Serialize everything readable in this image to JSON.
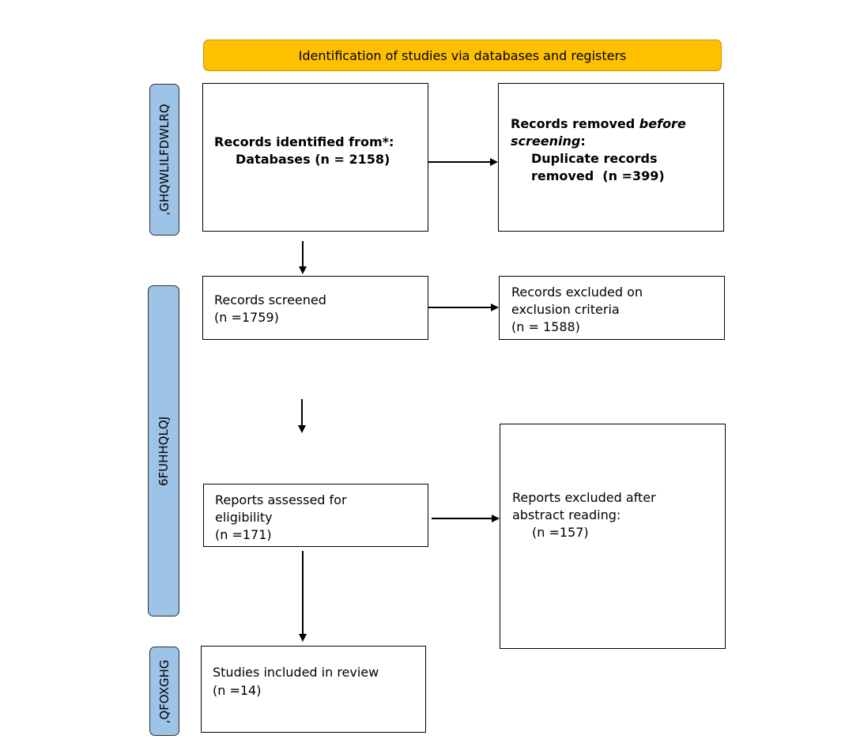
{
  "header": {
    "title": "Identification of studies via databases and registers"
  },
  "phases": {
    "identification": ",GHQWLILFDWLRQ",
    "screening": "6FUHHQLQJ",
    "included": ",QFOXGHG"
  },
  "boxes": {
    "identified": {
      "line1": "Records identified from*:",
      "line2": "Databases (n = 2158)"
    },
    "removed": {
      "line1_plain": "Records removed ",
      "line1_italic": "before",
      "line2_italic": "screening",
      "line2_rest": ":",
      "line3": "Duplicate records",
      "line4": "removed  (n =399)"
    },
    "screened": {
      "line1": "Records screened",
      "line2": "(n =1759)"
    },
    "excluded_criteria": {
      "line1": "Records excluded on",
      "line2": "exclusion criteria",
      "line3": "(n = 1588)"
    },
    "assessed": {
      "line1": "Reports assessed for",
      "line2": "eligibility",
      "line3": "(n =171)"
    },
    "excluded_abstract": {
      "line1": "Reports excluded after",
      "line2": "abstract reading:",
      "line3": "(n =157)"
    },
    "included": {
      "line1": "Studies included in review",
      "line2": "(n =14)"
    }
  },
  "colors": {
    "header_fill": "#ffc000",
    "phase_fill": "#9dc3e6",
    "line": "#000000"
  }
}
